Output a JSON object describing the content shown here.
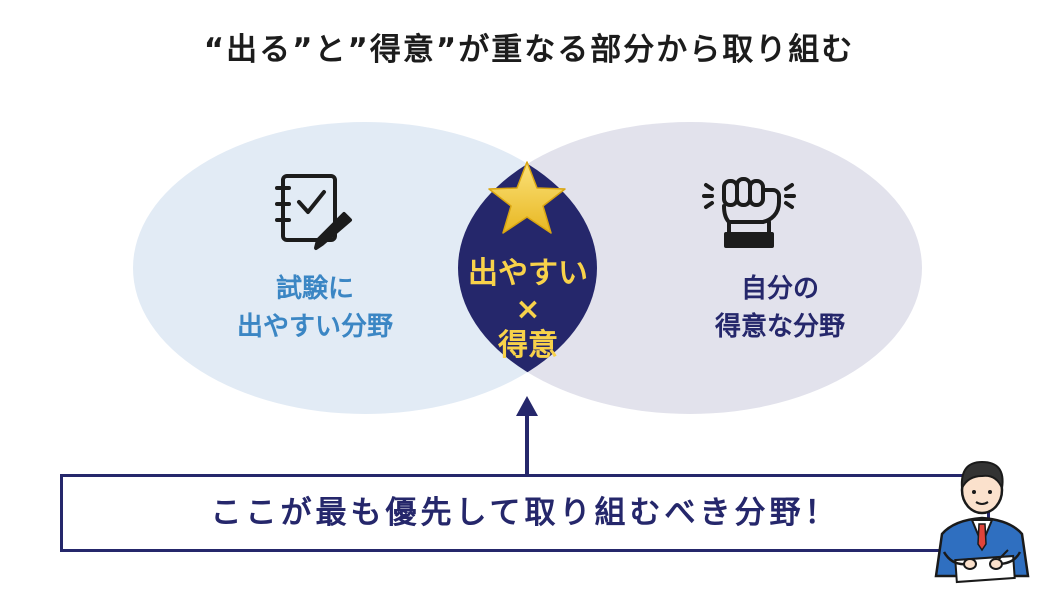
{
  "title": "“出る”と”得意”が重なる部分から取り組む",
  "left_circle": {
    "line1": "試験に",
    "line2": "出やすい分野",
    "icon": "checklist-notebook-icon",
    "color": "#3b86c4"
  },
  "right_circle": {
    "line1": "自分の",
    "line2": "得意な分野",
    "icon": "raised-fist-icon",
    "color": "#25276b"
  },
  "overlap": {
    "line1": "出やすい",
    "line2": "×",
    "line3": "得意",
    "icon": "star-icon",
    "color": "#f8d24a"
  },
  "callout": {
    "text": "ここが最も優先して取り組むべき分野！"
  },
  "colors": {
    "left_fill": "#e2ebf5",
    "right_fill": "#e2e2ec",
    "overlap_fill": "#25276b",
    "accent": "#f8d24a"
  },
  "person_icon": "studying-businessman-icon"
}
